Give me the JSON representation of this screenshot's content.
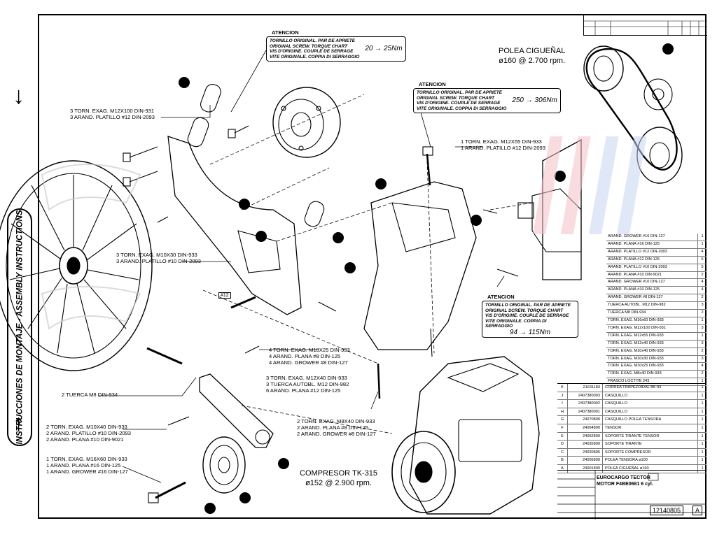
{
  "sidebar": {
    "vertical_title": "INSTRUCCIONES DE MONTAJE - ASSEMBLY INSTRUCTIONS",
    "arrow_down": "↓",
    "arrow_up": "↑"
  },
  "titles": {
    "polea": {
      "line1": "POLEA CIGUEÑAL",
      "line2": "ø160 @ 2.700 rpm."
    },
    "compresor": {
      "line1": "COMPRESOR TK-315",
      "line2": "ø152 @ 2.900 rpm."
    }
  },
  "warnings": [
    {
      "head": "ATENCION",
      "lines": [
        "TORNILLO ORIGINAL. PAR DE APRIETE",
        "ORIGINAL SCREW. TORQUE CHART",
        "VIS D'ORIGINE. COUPLE DE SERRAGE",
        "VITE ORIGINALE. COPPIA DI SERRAGGIO"
      ],
      "torque": "20 → 25Nm"
    },
    {
      "head": "ATENCION",
      "lines": [
        "TORNILLO ORIGINAL. PAR DE APRIETE",
        "ORIGINAL SCREW. TORQUE CHART",
        "VIS D'ORIGINE. COUPLE DE SERRAGE",
        "VITE ORIGINALE. COPPIA DI SERRAGGIO"
      ],
      "torque": "250 → 306Nm"
    },
    {
      "head": "ATENCION",
      "lines": [
        "TORNILLO ORIGINAL. PAR DE APRIETE",
        "ORIGINAL SCREW. TORQUE CHART",
        "VIS D'ORIGINE. COUPLE DE SERRAGE",
        "VITE ORIGINALE. COPPIA DI SERRAGGIO"
      ],
      "torque": "94 → 115Nm"
    }
  ],
  "labels": {
    "l1": [
      "3 TORN. EXAG. M12x100 DIN-931",
      "3 ARAND. PLATILLO #12 DIN-2093"
    ],
    "l2": [
      "3 TORN. EXAG. M10x30 DIN-933",
      "3 ARAND. PLATILLO #10 DIN-2093"
    ],
    "l3": [
      "1 TORN. EXAG. M12x55 DIN-933",
      "1 ARAND. PLATILLO #12 DIN-2093"
    ],
    "l4": [
      "4 TORN. EXAG. M10x25 DIN-933",
      "4 ARAND. PLANA #8 DIN-125",
      "4 ARAND. GROWER #8 DIN-127"
    ],
    "l5": [
      "3 TORN. EXAG. M12x40 DIN-933",
      "3 TUERCA AUTOBL. M12 DIN-982",
      "6 ARAND. PLANA #12 DIN-125"
    ],
    "l6": [
      "2 TUERCA M8 DIN-934"
    ],
    "l7": [
      "2 TORN. EXAG. M8x40 DIN-933",
      "2 ARAND. PLANA #8 DIN-125",
      "2 ARAND. GROWER #8 DIN-127"
    ],
    "l8": [
      "2 TORN. EXAG. M10x40 DIN-933",
      "2 ARAND. PLATILLO #10 DIN-2093",
      "2 ARAND. PLANA #10 DIN-9021"
    ],
    "l9": [
      "1 TORN. EXAG. M16x60 DIN-933",
      "1 ARAND. PLANA #16 DIN-125",
      "1 ARAND. GROWER #16 DIN-127"
    ],
    "small_box": "#12"
  },
  "bom": [
    {
      "desc": "ARAND. GROWER #16 DIN-127",
      "qty": "1"
    },
    {
      "desc": "ARAND. PLANA #16 DIN-125",
      "qty": "1"
    },
    {
      "desc": "ARAND. PLATILLO #12 DIN-2093",
      "qty": "4"
    },
    {
      "desc": "ARAND. PLANA #12 DIN-125",
      "qty": "6"
    },
    {
      "desc": "ARAND. PLATILLO #10 DIN-2093",
      "qty": "5"
    },
    {
      "desc": "ARAND. PLANA #10 DIN-9021",
      "qty": "2"
    },
    {
      "desc": "ARAND. GROWER #10 DIN-127",
      "qty": "4"
    },
    {
      "desc": "ARAND. PLANA #10 DIN-125",
      "qty": "4"
    },
    {
      "desc": "ARAND. GROWER #8 DIN-127",
      "qty": "2"
    },
    {
      "desc": "TUERCA AUTOBL. M12 DIN-982",
      "qty": "3"
    },
    {
      "desc": "TUERCA M8 DIN-934",
      "qty": "2"
    },
    {
      "desc": "TORN. EXAG. M16x60 DIN-933",
      "qty": "1"
    },
    {
      "desc": "TORN. EXAG. M12x100 DIN-931",
      "qty": "3"
    },
    {
      "desc": "TORN. EXAG. M12x55 DIN-933",
      "qty": "1"
    },
    {
      "desc": "TORN. EXAG. M12x40 DIN-933",
      "qty": "3"
    },
    {
      "desc": "TORN. EXAG. M10x40 DIN-933",
      "qty": "2"
    },
    {
      "desc": "TORN. EXAG. M10x30 DIN-933",
      "qty": "3"
    },
    {
      "desc": "TORN. EXAG. M10x25 DIN-933",
      "qty": "4"
    },
    {
      "desc": "TORN. EXAG. M8x40 DIN-933",
      "qty": "2"
    },
    {
      "desc": "FRASCO LOCTITE 243",
      "qty": "1"
    }
  ],
  "parts": [
    {
      "key": "K",
      "code": "21631183",
      "desc": "CORREA TRAPEZOIDAL 8K-43",
      "qty": "1"
    },
    {
      "key": "J",
      "code": "2407380003",
      "desc": "CASQUILLO",
      "qty": "1"
    },
    {
      "key": "I",
      "code": "2407380002",
      "desc": "CASQUILLO",
      "qty": "1"
    },
    {
      "key": "H",
      "code": "2407380001",
      "desc": "CASQUILLO",
      "qty": "1"
    },
    {
      "key": "G",
      "code": "24070800",
      "desc": "CASQUILLO POLEA TENSORA",
      "qty": "1"
    },
    {
      "key": "F",
      "code": "24064800",
      "desc": "TENSOR",
      "qty": "1"
    },
    {
      "key": "E",
      "code": "24062800",
      "desc": "SOPORTE TIRANTE TENSOR",
      "qty": "1"
    },
    {
      "key": "D",
      "code": "24035800",
      "desc": "SOPORTE TIRANTE",
      "qty": "1"
    },
    {
      "key": "C",
      "code": "24020805",
      "desc": "SOPORTE COMPRESOR",
      "qty": "1"
    },
    {
      "key": "B",
      "code": "24005800",
      "desc": "POLEA TENSORA ø100",
      "qty": "1"
    },
    {
      "key": "A",
      "code": "24001800",
      "desc": "POLEA CIGUEÑAL ø160",
      "qty": "1"
    }
  ],
  "title_block": {
    "vehicle_line1": "EUROCARGO TECTOR",
    "vehicle_line2": "MOTOR F4BE0681 6 cyl.",
    "drawing_number": "12140805",
    "revision": "A"
  }
}
